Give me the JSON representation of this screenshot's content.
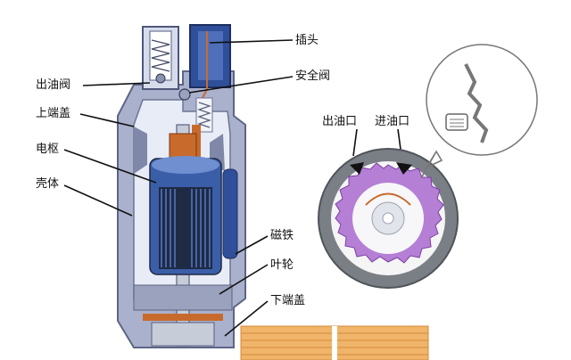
{
  "labels": {
    "outlet_valve": "出油阀",
    "upper_cap": "上端盖",
    "armature": "电枢",
    "housing": "壳体",
    "plug": "插头",
    "safety_valve": "安全阀",
    "magnet": "磁铁",
    "impeller": "叶轮",
    "lower_cap": "下端盖",
    "oil_outlet": "出油口",
    "oil_inlet": "进油口"
  },
  "colors": {
    "housing": "#8f97b6",
    "housing_light": "#c9d0e6",
    "armature": "#3b5ea8",
    "armature_core": "#1f2a44",
    "copper": "#c86a2c",
    "impeller": "#b57fd6",
    "pump_ring": "#7a7f86",
    "magnet": "#2f4f9a"
  }
}
